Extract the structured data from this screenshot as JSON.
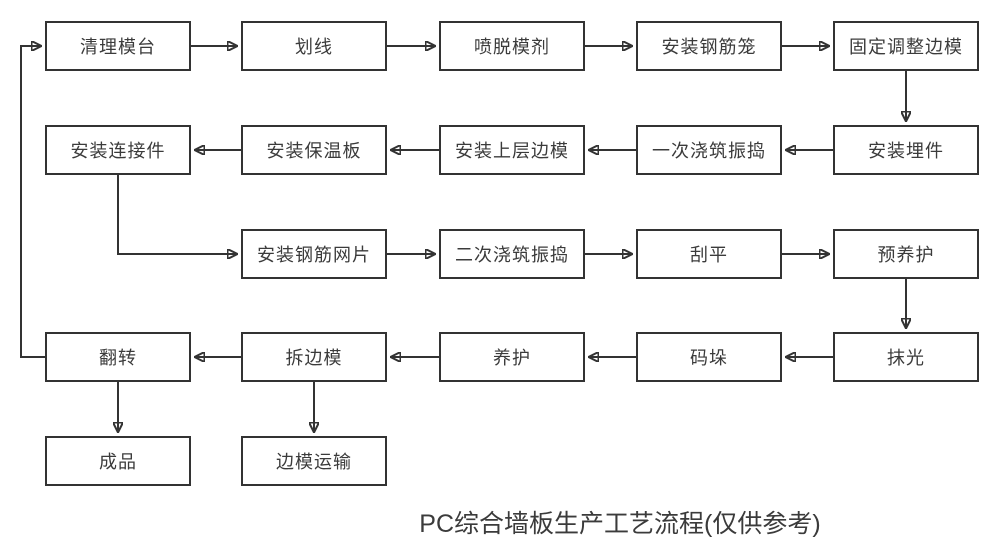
{
  "caption": "PC综合墙板生产工艺流程(仅供参考)",
  "colors": {
    "background": "#ffffff",
    "box_border": "#333333",
    "connector": "#333333",
    "text": "#3b3b3b"
  },
  "nodes": {
    "clean_platform": "清理模台",
    "marking": "划线",
    "spray_release_agent": "喷脱模剂",
    "install_rebar_cage": "安装钢筋笼",
    "fix_adjust_side_mold": "固定调整边模",
    "install_embedded_parts": "安装埋件",
    "first_pour_vibrate": "一次浇筑振捣",
    "install_upper_side_mold": "安装上层边模",
    "install_insulation_board": "安装保温板",
    "install_connectors": "安装连接件",
    "install_rebar_mesh": "安装钢筋网片",
    "second_pour_vibrate": "二次浇筑振捣",
    "scrape_flat": "刮平",
    "pre_curing": "预养护",
    "trowel_polish": "抹光",
    "stacking": "码垛",
    "curing": "养护",
    "remove_side_mold": "拆边模",
    "flip": "翻转",
    "finished_product": "成品",
    "side_mold_transport": "边模运输"
  },
  "connections": [
    {
      "from": "清理模台",
      "to": "划线"
    },
    {
      "from": "划线",
      "to": "喷脱模剂"
    },
    {
      "from": "喷脱模剂",
      "to": "安装钢筋笼"
    },
    {
      "from": "安装钢筋笼",
      "to": "固定调整边模"
    },
    {
      "from": "固定调整边模",
      "to": "安装埋件"
    },
    {
      "from": "安装埋件",
      "to": "一次浇筑振捣"
    },
    {
      "from": "一次浇筑振捣",
      "to": "安装上层边模"
    },
    {
      "from": "安装上层边模",
      "to": "安装保温板"
    },
    {
      "from": "安装保温板",
      "to": "安装连接件"
    },
    {
      "from": "安装连接件",
      "to": "安装钢筋网片"
    },
    {
      "from": "安装钢筋网片",
      "to": "二次浇筑振捣"
    },
    {
      "from": "二次浇筑振捣",
      "to": "刮平"
    },
    {
      "from": "刮平",
      "to": "预养护"
    },
    {
      "from": "预养护",
      "to": "抹光"
    },
    {
      "from": "抹光",
      "to": "码垛"
    },
    {
      "from": "码垛",
      "to": "养护"
    },
    {
      "from": "养护",
      "to": "拆边模"
    },
    {
      "from": "拆边模",
      "to": "翻转"
    },
    {
      "from": "翻转",
      "to": "成品"
    },
    {
      "from": "拆边模",
      "to": "边模运输"
    },
    {
      "from": "翻转",
      "to": "清理模台"
    }
  ]
}
